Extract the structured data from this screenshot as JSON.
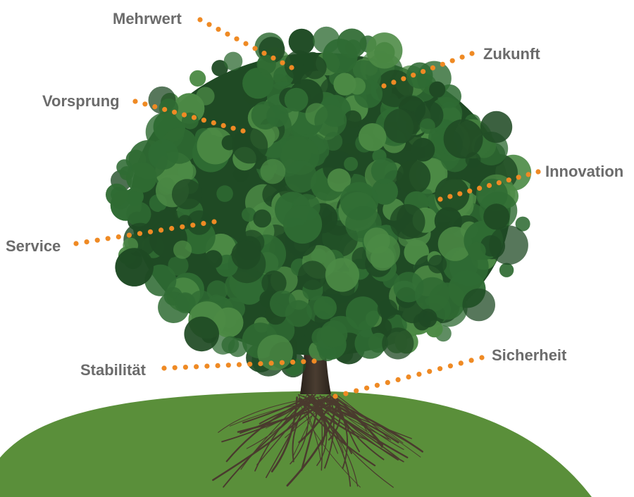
{
  "colors": {
    "label_text": "#6b6b6b",
    "connector": "#ef8a24",
    "hill": "#5a8f3a",
    "foliage_dark": "#1f4a24",
    "foliage_mid": "#2f6b33",
    "foliage_light": "#4c8a45",
    "trunk": "#3b3026",
    "roots": "#4a3a2e"
  },
  "icons": {
    "tree": "oak-tree-icon",
    "hill": "grass-hill-icon",
    "roots": "roots-icon"
  },
  "labels": {
    "mehrwert": "Mehrwert",
    "zukunft": "Zukunft",
    "vorsprung": "Vorsprung",
    "innovation": "Innovation",
    "service": "Service",
    "stabilitaet": "Stabilität",
    "sicherheit": "Sicherheit"
  }
}
